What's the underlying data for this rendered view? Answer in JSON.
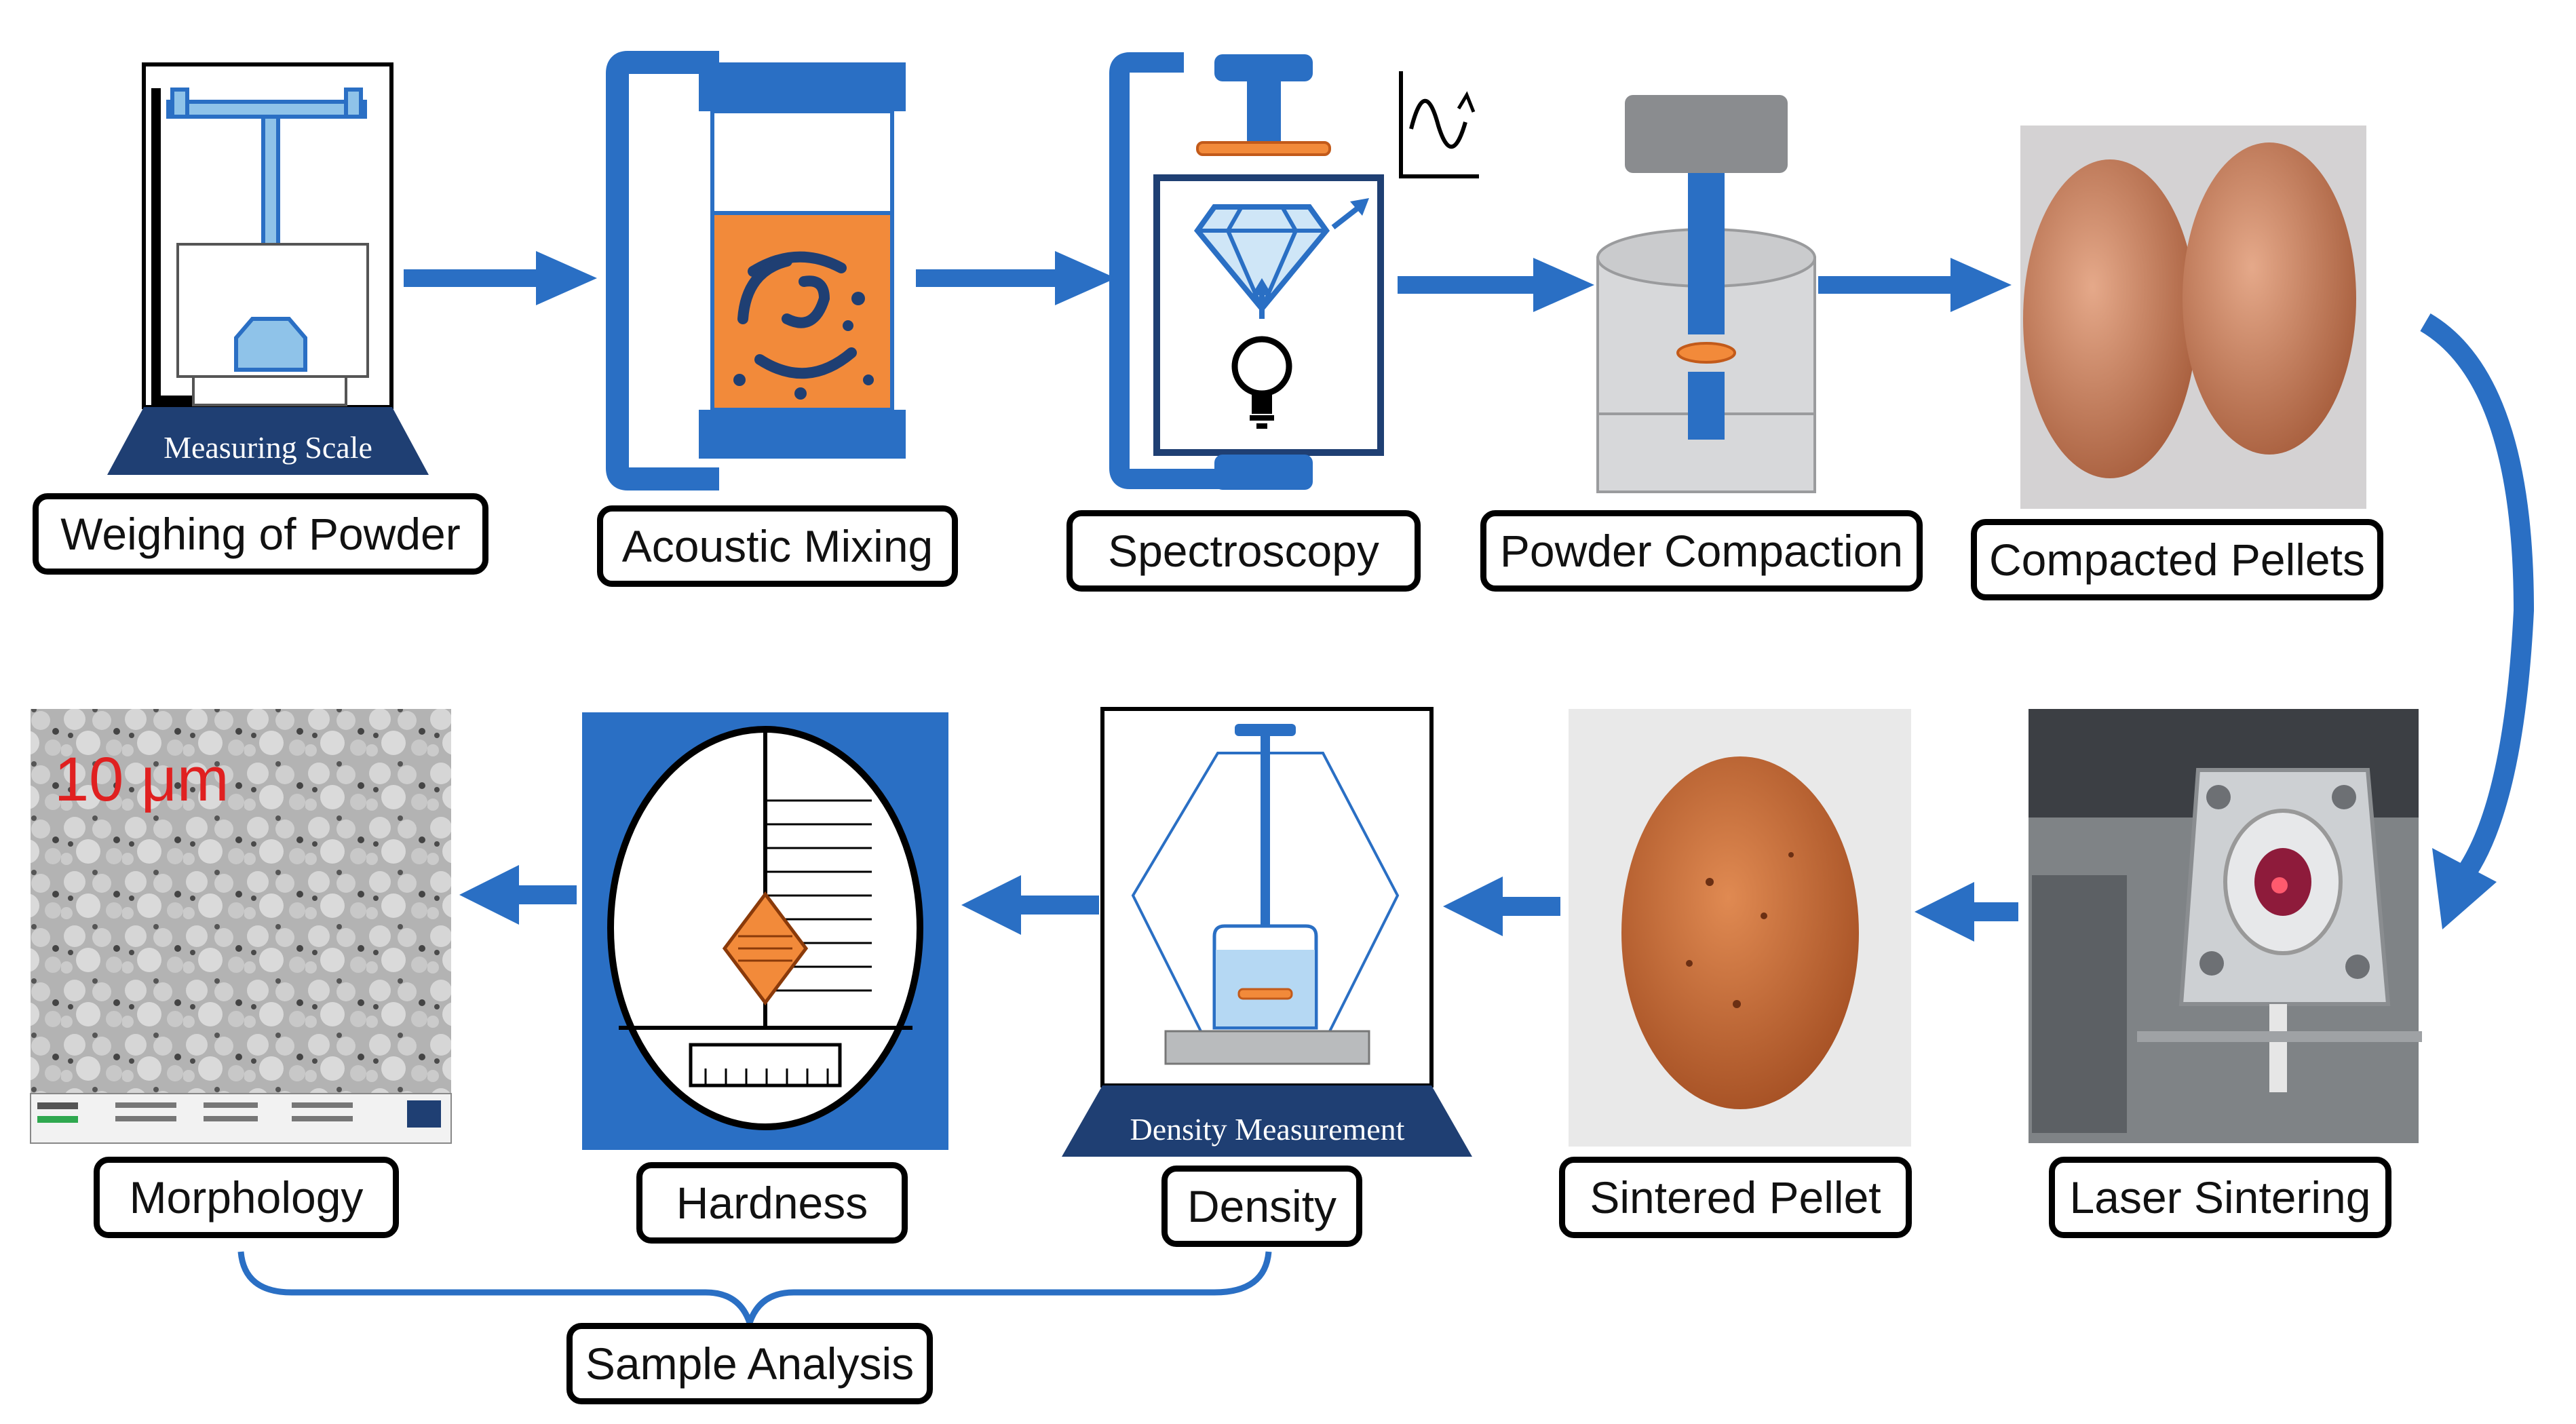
{
  "colors": {
    "blue": "#2a6fc4",
    "dark_blue": "#1f3f73",
    "light_blue": "#8fc3e9",
    "orange": "#f28a3a",
    "copper": "#c2733e",
    "gray": "#c9cacc",
    "accent_red": "#e02020"
  },
  "stages_top": [
    {
      "label": "Weighing of Powder"
    },
    {
      "label": "Acoustic Mixing"
    },
    {
      "label": "Spectroscopy"
    },
    {
      "label": "Powder Compaction"
    },
    {
      "label": "Compacted Pellets"
    }
  ],
  "stages_bottom": [
    {
      "label": "Laser Sintering"
    },
    {
      "label": "Sintered Pellet"
    },
    {
      "label": "Density"
    },
    {
      "label": "Hardness"
    },
    {
      "label": "Morphology"
    }
  ],
  "group_label": "Sample Analysis",
  "scale_base_label": "Measuring Scale",
  "density_base_label": "Density Measurement",
  "sem_scale_text": "10 μm"
}
